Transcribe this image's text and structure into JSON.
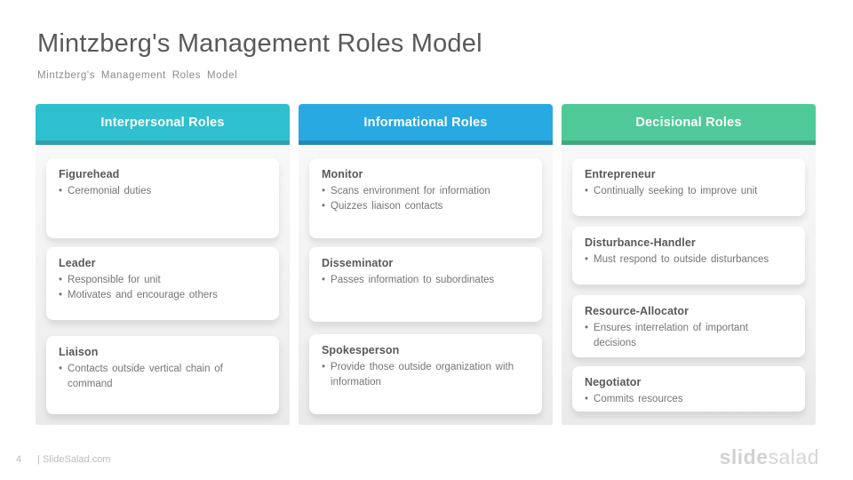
{
  "slide": {
    "title": "Mintzberg's Management Roles Model",
    "subtitle": "Mintzberg's Management Roles Model"
  },
  "columns": [
    {
      "header": "Interpersonal Roles",
      "header_color": "#2EC0CE",
      "header_edge_color": "#359EA9",
      "cards": [
        {
          "title": "Figurehead",
          "bullets": [
            "Ceremonial duties"
          ]
        },
        {
          "title": "Leader",
          "bullets": [
            "Responsible for unit",
            "Motivates and encourage others"
          ]
        },
        {
          "title": "Liaison",
          "bullets": [
            "Contacts outside vertical chain of command"
          ]
        }
      ]
    },
    {
      "header": "Informational Roles",
      "header_color": "#29A9E1",
      "header_edge_color": "#2589B8",
      "cards": [
        {
          "title": "Monitor",
          "bullets": [
            "Scans environment for information",
            "Quizzes liaison contacts"
          ]
        },
        {
          "title": "Disseminator",
          "bullets": [
            "Passes information to subordinates"
          ]
        },
        {
          "title": "Spokesperson",
          "bullets": [
            "Provide those outside organization with information"
          ]
        }
      ]
    },
    {
      "header": "Decisional Roles",
      "header_color": "#4EC997",
      "header_edge_color": "#43A87F",
      "cards": [
        {
          "title": "Entrepreneur",
          "bullets": [
            "Continually seeking to improve unit"
          ]
        },
        {
          "title": "Disturbance-Handler",
          "bullets": [
            "Must respond to outside disturbances"
          ]
        },
        {
          "title": "Resource-Allocator",
          "bullets": [
            "Ensures interrelation of important decisions"
          ]
        },
        {
          "title": "Negotiator",
          "bullets": [
            "Commits resources"
          ]
        }
      ]
    }
  ],
  "footer": {
    "page_number": "4",
    "site": "| SlideSalad.com",
    "logo_bold": "slide",
    "logo_light": "salad",
    "bullet_glyph": "•"
  }
}
